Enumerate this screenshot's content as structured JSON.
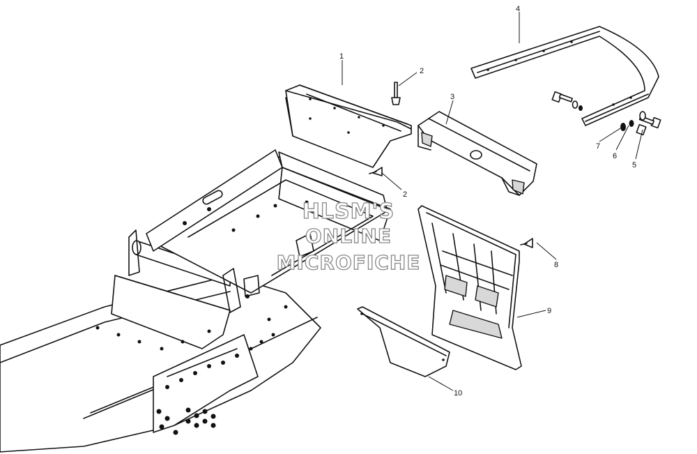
{
  "callouts": [
    {
      "id": "c1",
      "label": "1"
    },
    {
      "id": "c2a",
      "label": "2"
    },
    {
      "id": "c2b",
      "label": "2"
    },
    {
      "id": "c3",
      "label": "3"
    },
    {
      "id": "c4",
      "label": "4"
    },
    {
      "id": "c5",
      "label": "5"
    },
    {
      "id": "c6",
      "label": "6"
    },
    {
      "id": "c7",
      "label": "7"
    },
    {
      "id": "c8",
      "label": "8"
    },
    {
      "id": "c9",
      "label": "9"
    },
    {
      "id": "c10",
      "label": "10"
    }
  ],
  "watermark": {
    "line1": "HLSM'S",
    "line2": "ONLINE",
    "line3": "MICROFICHE"
  }
}
